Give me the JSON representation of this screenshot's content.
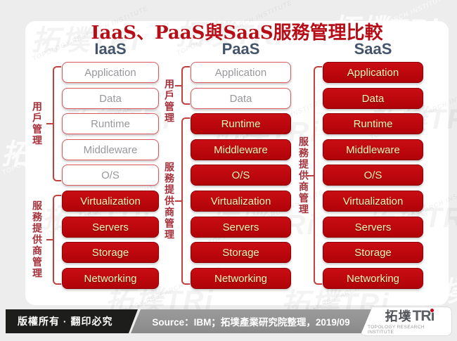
{
  "title": "IaaS、PaaS與SaaS服務管理比較",
  "labels": {
    "user": "用戶管理",
    "provider": "服務提供商管理"
  },
  "columns": [
    {
      "header": "IaaS",
      "boxes": [
        {
          "label": "Application",
          "managed": "user"
        },
        {
          "label": "Data",
          "managed": "user"
        },
        {
          "label": "Runtime",
          "managed": "user"
        },
        {
          "label": "Middleware",
          "managed": "user"
        },
        {
          "label": "O/S",
          "managed": "user"
        },
        {
          "label": "Virtualization",
          "managed": "provider"
        },
        {
          "label": "Servers",
          "managed": "provider"
        },
        {
          "label": "Storage",
          "managed": "provider"
        },
        {
          "label": "Networking",
          "managed": "provider"
        }
      ]
    },
    {
      "header": "PaaS",
      "boxes": [
        {
          "label": "Application",
          "managed": "user"
        },
        {
          "label": "Data",
          "managed": "user"
        },
        {
          "label": "Runtime",
          "managed": "provider"
        },
        {
          "label": "Middleware",
          "managed": "provider"
        },
        {
          "label": "O/S",
          "managed": "provider"
        },
        {
          "label": "Virtualization",
          "managed": "provider"
        },
        {
          "label": "Servers",
          "managed": "provider"
        },
        {
          "label": "Storage",
          "managed": "provider"
        },
        {
          "label": "Networking",
          "managed": "provider"
        }
      ]
    },
    {
      "header": "SaaS",
      "boxes": [
        {
          "label": "Application",
          "managed": "provider"
        },
        {
          "label": "Data",
          "managed": "provider"
        },
        {
          "label": "Runtime",
          "managed": "provider"
        },
        {
          "label": "Middleware",
          "managed": "provider"
        },
        {
          "label": "O/S",
          "managed": "provider"
        },
        {
          "label": "Virtualization",
          "managed": "provider"
        },
        {
          "label": "Servers",
          "managed": "provider"
        },
        {
          "label": "Storage",
          "managed": "provider"
        },
        {
          "label": "Networking",
          "managed": "provider"
        }
      ]
    }
  ],
  "footer": {
    "copyright": "版權所有 · 翻印必究",
    "source": "Source：IBM；拓墣產業研究院整理，2019/09"
  },
  "logo": {
    "hanzi": "拓墣",
    "latin": "TRi",
    "caption": "TOPOLOGY RESEARCH INSTITUTE"
  },
  "watermark": {
    "logo": "拓墣TRi",
    "caption": "TOPOLOGY RESEARCH INSTITUTE"
  },
  "colors": {
    "title_red": "#b60d17",
    "header_slate": "#44546a",
    "provider_box_red": "#be0711",
    "provider_box_text": "#fff6b5",
    "user_box_border": "#d85a5e",
    "user_box_text": "#97989c",
    "bracket_red": "#c0413f",
    "bar_black": "#1d1d1b",
    "bar_gray": "#949494",
    "logo_dot_red": "#d0021b"
  }
}
